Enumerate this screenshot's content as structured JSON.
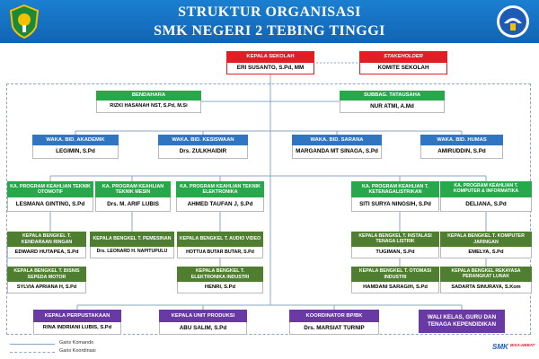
{
  "header": {
    "title_line1": "STRUKTUR ORGANISASI",
    "title_line2": "SMK NEGERI 2 TEBING TINGGI",
    "left_logo_icon": "provincial-crest-icon",
    "right_logo_icon": "tut-wuri-handayani-icon"
  },
  "top": {
    "kepala": {
      "role": "KEPALA SEKOLAH",
      "name": "ERI SUSANTO, S.Pd, MM"
    },
    "stakeholder": {
      "role": "STAKEHOLDER",
      "name": "KOMITE SEKOLAH"
    }
  },
  "level2": {
    "bendahara": {
      "role": "BENDAHARA",
      "name": "RIZKI HASANAH NST, S.Pd, M.Si"
    },
    "tatausaha": {
      "role": "SUBBAG. TATAUSAHA",
      "name": "NUR ATMI, A.Md"
    }
  },
  "waka": [
    {
      "role": "WAKA. BID. AKADEMIK",
      "name": "LEGIMIN, S.Pd"
    },
    {
      "role": "WAKA. BID. KESISWAAN",
      "name": "Drs. ZULKHAIDIR"
    },
    {
      "role": "WAKA. BID. SARANA",
      "name": "MARGANDA MT SINAGA, S.Pd"
    },
    {
      "role": "WAKA. BID. HUMAS",
      "name": "AMIRUDDIN, S.Pd"
    }
  ],
  "kaprog": [
    {
      "role": "KA. PROGRAM KEAHLIAN TEKNIK OTOMOTIF",
      "name": "LESMANA GINTING, S.Pd"
    },
    {
      "role": "KA. PROGRAM KEAHLIAN TEKNIK MESIN",
      "name": "Drs. M. ARIF LUBIS"
    },
    {
      "role": "KA. PROGRAM KEAHLIAN TEKNIK ELEKTRONIKA",
      "name": "AHMED TAUFAN J, S.Pd"
    },
    {
      "role": "KA. PROGRAM KEAHLIAN T. KETENAGALISTRIKAN",
      "name": "SITI SURYA NINGSIH, S.Pd"
    },
    {
      "role": "KA. PROGRAM KEAHLIAN T. KOMPUTER & INFORMATIKA",
      "name": "DELIANA, S.Pd"
    }
  ],
  "bengkel": [
    {
      "role": "KEPALA BENGKEL T. KENDARAAN RINGAN",
      "name": "EDWARD HUTAPEA, S.Pd"
    },
    {
      "role": "KEPALA BENGKEL T. PEMESINAN",
      "name": "Drs. LEONARD H. NAPITUPULU"
    },
    {
      "role": "KEPALA BENGKEL T. AUDIO VIDEO",
      "name": "HOTTUA BUTAR BUTAR, S.Pd"
    },
    {
      "role": "KEPALA BENGKEL T. INSTALASI TENAGA LISTRIK",
      "name": "TUGIMAN, S.Pd"
    },
    {
      "role": "KEPALA BENGKEL T. KOMPUTER JARINGAN",
      "name": "EMELYA, S.Pd"
    },
    {
      "role": "KEPALA BENGKEL T. BISNIS SEPEDA MOTOR",
      "name": "SYLVIA APRIANA H, S.Pd"
    },
    {
      "role": "KEPALA BENGKEL T. ELEKTRONIKA INDUSTRI",
      "name": "HENRI, S.Pd"
    },
    {
      "role": "KEPALA BENGKEL T. OTOMASI INDUSTRI",
      "name": "HAMDANI SARAGIH, S.Pd"
    },
    {
      "role": "KEPALA BENGKEL REKAYASA PERANGKAT LUNAK",
      "name": "SADARTA SINURAYA, S.Kom"
    }
  ],
  "bottom": [
    {
      "role": "KEPALA PERPUSTAKAAN",
      "name": "RINA INDRIANI LUBIS, S.Pd"
    },
    {
      "role": "KEPALA UNIT PRODUKSI",
      "name": "ABU SALIM, S.Pd"
    },
    {
      "role": "KOORDINATOR BP/BK",
      "name": "Drs. MARSIAT TURNIP"
    }
  ],
  "walikelas": {
    "line1": "WALI KELAS, GURU DAN",
    "line2": "TENAGA KEPENDIDIKAN"
  },
  "legend": {
    "komando": "Garis Komando",
    "koordinasi": "Garis Koordinasi"
  },
  "footer_logo": {
    "text": "SMK",
    "tagline": "BISA-HEBAT"
  },
  "colors": {
    "header_bg": "#1b7fd0",
    "red": "#e21d24",
    "green": "#27a84a",
    "blue": "#2f75c1",
    "olive": "#4f7e31",
    "purple": "#6a3aa4"
  }
}
